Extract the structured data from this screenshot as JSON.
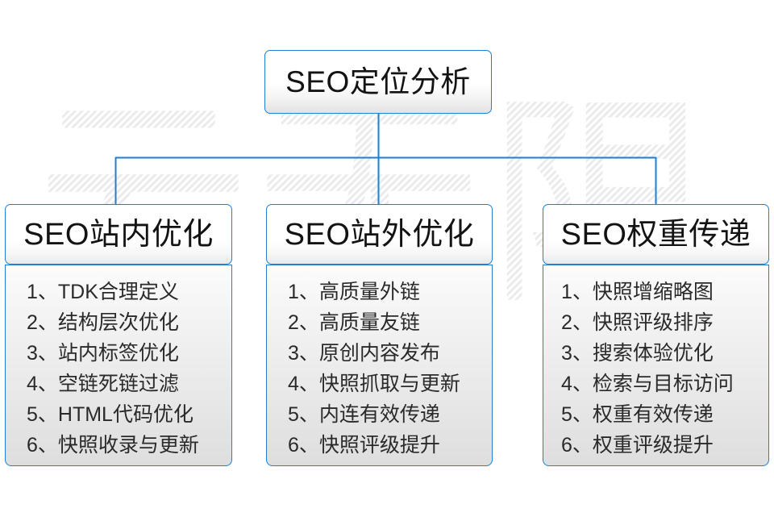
{
  "diagram": {
    "title": "SEO定位分析",
    "watermark": "云无限",
    "accent_color": "#1F7FD0",
    "text_color": "#131313",
    "background_color": "#FFFFFF",
    "columns": [
      {
        "header": "SEO站内优化",
        "items": [
          {
            "num": "1、",
            "text": "TDK合理定义"
          },
          {
            "num": "2、",
            "text": "结构层次优化"
          },
          {
            "num": "3、",
            "text": "站内标签优化"
          },
          {
            "num": "4、",
            "text": "空链死链过滤"
          },
          {
            "num": "5、",
            "text": "HTML代码优化"
          },
          {
            "num": "6、",
            "text": "快照收录与更新"
          }
        ]
      },
      {
        "header": "SEO站外优化",
        "items": [
          {
            "num": "1、",
            "text": "高质量外链"
          },
          {
            "num": "2、",
            "text": "高质量友链"
          },
          {
            "num": "3、",
            "text": "原创内容发布"
          },
          {
            "num": "4、",
            "text": "快照抓取与更新"
          },
          {
            "num": "5、",
            "text": "内连有效传递"
          },
          {
            "num": "6、",
            "text": "快照评级提升"
          }
        ]
      },
      {
        "header": "SEO权重传递",
        "items": [
          {
            "num": "1、",
            "text": "快照增缩略图"
          },
          {
            "num": "2、",
            "text": "快照评级排序"
          },
          {
            "num": "3、",
            "text": "搜索体验优化"
          },
          {
            "num": "4、",
            "text": "检索与目标访问"
          },
          {
            "num": "5、",
            "text": "权重有效传递"
          },
          {
            "num": "6、",
            "text": "权重评级提升"
          }
        ]
      }
    ]
  }
}
